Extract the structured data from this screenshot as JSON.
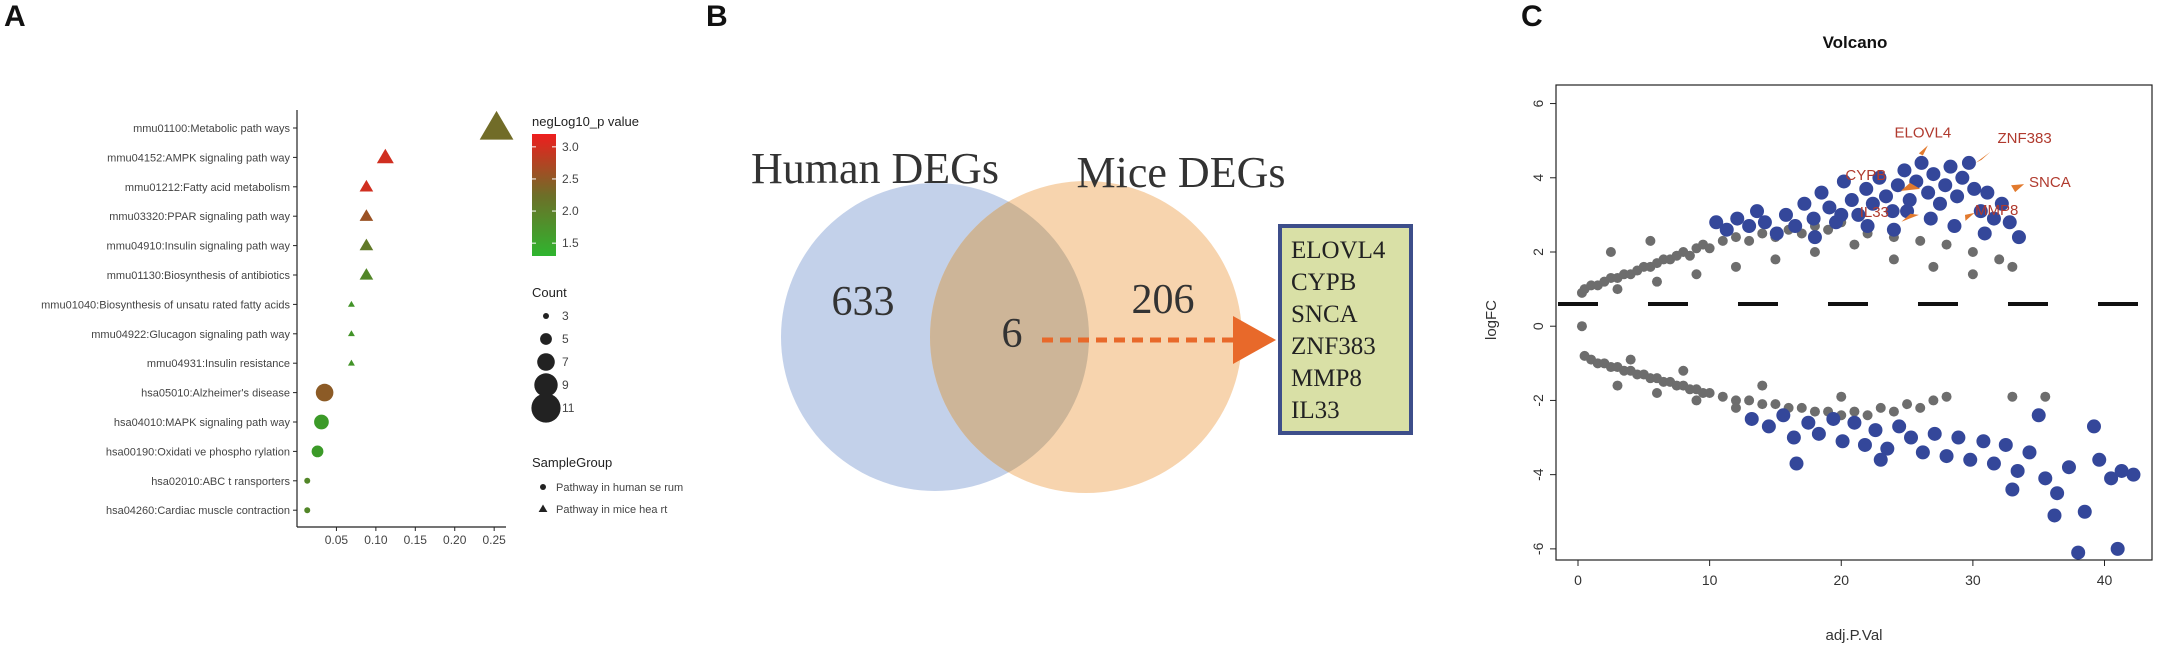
{
  "panels": {
    "a_letter": "A",
    "b_letter": "B",
    "c_letter": "C"
  },
  "colors": {
    "venn_human": "#b8c9e6",
    "venn_mice": "#f6cda0",
    "venn_overlap": "#cdb598",
    "arrow": "#e8692a",
    "gene_box_fill": "#d9e0a6",
    "gene_box_border": "#3d4e8a",
    "volcano_sig": "#34479a",
    "volcano_nonsig": "#6d6d6d",
    "label_red": "#b03a2e",
    "label_arrow": "#e27a2e"
  },
  "chart_data": [
    {
      "type": "scatter",
      "panel": "A",
      "categories": [
        "mmu01100:Metabolic path ways",
        "mmu04152:AMPK signaling path way",
        "mmu01212:Fatty acid metabolism",
        "mmu03320:PPAR signaling path way",
        "mmu04910:Insulin signaling path way",
        "mmu01130:Biosynthesis of antibiotics",
        "mmu01040:Biosynthesis of unsatu rated fatty acids",
        "mmu04922:Glucagon signaling path way",
        "mmu04931:Insulin resistance",
        "hsa05010:Alzheimer's disease",
        "hsa04010:MAPK signaling path way",
        "hsa00190:Oxidati ve phospho rylation",
        "hsa02010:ABC t ransporters",
        "hsa04260:Cardiac muscle contraction"
      ],
      "x": [
        0.253,
        0.112,
        0.088,
        0.088,
        0.088,
        0.088,
        0.069,
        0.069,
        0.069,
        0.035,
        0.031,
        0.026,
        0.013,
        0.013
      ],
      "count": [
        11,
        6,
        5,
        5,
        5,
        5,
        3,
        3,
        3,
        7,
        6,
        5,
        3,
        3
      ],
      "negLog10_pvalue": [
        2.3,
        3.0,
        3.0,
        2.6,
        2.1,
        1.9,
        1.7,
        1.7,
        1.7,
        2.5,
        1.6,
        1.6,
        1.9,
        1.9
      ],
      "group": [
        "mice",
        "mice",
        "mice",
        "mice",
        "mice",
        "mice",
        "mice",
        "mice",
        "mice",
        "human",
        "human",
        "human",
        "human",
        "human"
      ],
      "xticks": [
        "0.05",
        "0.10",
        "0.15",
        "0.20",
        "0.25"
      ],
      "xtick_values": [
        0.05,
        0.1,
        0.15,
        0.2,
        0.25
      ],
      "xlim": [
        0.0,
        0.265
      ],
      "color_legend": {
        "title": "negLog10_p value",
        "ticks": [
          "3.0",
          "2.5",
          "2.0",
          "1.5"
        ],
        "tick_values": [
          3.0,
          2.5,
          2.0,
          1.5
        ],
        "range": [
          1.3,
          3.2
        ]
      },
      "size_legend": {
        "title": "Count",
        "values": [
          3,
          5,
          7,
          9,
          11
        ],
        "labels": [
          "3",
          "5",
          "7",
          "9",
          "11"
        ]
      },
      "shape_legend": {
        "title": "SampleGroup",
        "items": [
          {
            "shape": "circle",
            "label": "Pathway in human se rum"
          },
          {
            "shape": "triangle",
            "label": "Pathway in mice hea rt"
          }
        ]
      },
      "legend_position": "right"
    },
    {
      "type": "venn",
      "panel": "B",
      "sets": [
        {
          "name": "Human DEGs",
          "unique": "633"
        },
        {
          "name": "Mice DEGs",
          "unique": "206"
        }
      ],
      "intersection": "6",
      "genes": [
        "ELOVL4",
        "CYPB",
        "SNCA",
        "ZNF383",
        "MMP8",
        "IL33"
      ]
    },
    {
      "type": "scatter",
      "panel": "C",
      "title": "Volcano",
      "xlabel": "adj.P.Val",
      "ylabel": "logFC",
      "xlim": [
        0,
        43
      ],
      "ylim": [
        -6.3,
        6.5
      ],
      "xticks": [
        "0",
        "10",
        "20",
        "30",
        "40"
      ],
      "xtick_values": [
        0,
        10,
        20,
        30,
        40
      ],
      "yticks": [
        "6",
        "4",
        "2",
        "0",
        "-2",
        "-4",
        "-6"
      ],
      "ytick_values": [
        6,
        4,
        2,
        0,
        -2,
        -4,
        -6
      ],
      "threshold": 0.6,
      "labels": [
        {
          "text": "ELOVL4",
          "x": 26.2,
          "y": 4.6
        },
        {
          "text": "CYPB",
          "x": 26.0,
          "y": 3.7
        },
        {
          "text": "ZNF383",
          "x": 30.2,
          "y": 4.4
        },
        {
          "text": "SNCA",
          "x": 32.9,
          "y": 3.8
        },
        {
          "text": "MMP8",
          "x": 29.4,
          "y": 3.0
        },
        {
          "text": "IL33",
          "x": 25.9,
          "y": 3.0
        }
      ],
      "series": [
        {
          "name": "significant-up",
          "points": [
            [
              10.5,
              2.8
            ],
            [
              11.3,
              2.6
            ],
            [
              12.1,
              2.9
            ],
            [
              13.0,
              2.7
            ],
            [
              13.6,
              3.1
            ],
            [
              14.2,
              2.8
            ],
            [
              15.1,
              2.5
            ],
            [
              15.8,
              3.0
            ],
            [
              16.5,
              2.7
            ],
            [
              17.2,
              3.3
            ],
            [
              17.9,
              2.9
            ],
            [
              18.5,
              3.6
            ],
            [
              19.1,
              3.2
            ],
            [
              19.6,
              2.8
            ],
            [
              20.2,
              3.9
            ],
            [
              20.8,
              3.4
            ],
            [
              21.3,
              3.0
            ],
            [
              21.9,
              3.7
            ],
            [
              22.4,
              3.3
            ],
            [
              22.9,
              4.0
            ],
            [
              23.4,
              3.5
            ],
            [
              23.9,
              3.1
            ],
            [
              24.3,
              3.8
            ],
            [
              24.8,
              4.2
            ],
            [
              25.2,
              3.4
            ],
            [
              25.7,
              3.9
            ],
            [
              26.1,
              4.4
            ],
            [
              26.6,
              3.6
            ],
            [
              27.0,
              4.1
            ],
            [
              27.5,
              3.3
            ],
            [
              27.9,
              3.8
            ],
            [
              28.3,
              4.3
            ],
            [
              28.8,
              3.5
            ],
            [
              29.2,
              4.0
            ],
            [
              29.7,
              4.4
            ],
            [
              30.1,
              3.7
            ],
            [
              30.6,
              3.1
            ],
            [
              31.1,
              3.6
            ],
            [
              31.6,
              2.9
            ],
            [
              32.2,
              3.3
            ],
            [
              32.8,
              2.8
            ],
            [
              33.5,
              2.4
            ],
            [
              24.0,
              2.6
            ],
            [
              22.0,
              2.7
            ],
            [
              18.0,
              2.4
            ],
            [
              26.8,
              2.9
            ],
            [
              28.6,
              2.7
            ],
            [
              30.9,
              2.5
            ],
            [
              20.0,
              3.0
            ],
            [
              25.0,
              3.1
            ]
          ]
        },
        {
          "name": "significant-down",
          "points": [
            [
              13.2,
              -2.5
            ],
            [
              14.5,
              -2.7
            ],
            [
              15.6,
              -2.4
            ],
            [
              16.4,
              -3.0
            ],
            [
              17.5,
              -2.6
            ],
            [
              18.3,
              -2.9
            ],
            [
              19.4,
              -2.5
            ],
            [
              20.1,
              -3.1
            ],
            [
              21.0,
              -2.6
            ],
            [
              21.8,
              -3.2
            ],
            [
              22.6,
              -2.8
            ],
            [
              23.5,
              -3.3
            ],
            [
              24.4,
              -2.7
            ],
            [
              25.3,
              -3.0
            ],
            [
              26.2,
              -3.4
            ],
            [
              27.1,
              -2.9
            ],
            [
              28.0,
              -3.5
            ],
            [
              28.9,
              -3.0
            ],
            [
              29.8,
              -3.6
            ],
            [
              30.8,
              -3.1
            ],
            [
              31.6,
              -3.7
            ],
            [
              32.5,
              -3.2
            ],
            [
              33.4,
              -3.9
            ],
            [
              34.3,
              -3.4
            ],
            [
              35.5,
              -4.1
            ],
            [
              36.4,
              -4.5
            ],
            [
              37.3,
              -3.8
            ],
            [
              38.5,
              -5.0
            ],
            [
              39.6,
              -3.6
            ],
            [
              40.5,
              -4.1
            ],
            [
              41.3,
              -3.9
            ],
            [
              42.2,
              -4.0
            ],
            [
              41.0,
              -6.0
            ],
            [
              38.0,
              -6.1
            ],
            [
              36.2,
              -5.1
            ],
            [
              16.6,
              -3.7
            ],
            [
              23.0,
              -3.6
            ],
            [
              35.0,
              -2.4
            ],
            [
              39.2,
              -2.7
            ],
            [
              33.0,
              -4.4
            ]
          ]
        },
        {
          "name": "nonsignificant",
          "points": [
            [
              0.3,
              0.9
            ],
            [
              0.5,
              1.0
            ],
            [
              1.0,
              1.1
            ],
            [
              1.5,
              1.1
            ],
            [
              2.0,
              1.2
            ],
            [
              2.5,
              1.3
            ],
            [
              3.0,
              1.3
            ],
            [
              3.5,
              1.4
            ],
            [
              4.0,
              1.4
            ],
            [
              4.5,
              1.5
            ],
            [
              5.0,
              1.6
            ],
            [
              5.5,
              1.6
            ],
            [
              6.0,
              1.7
            ],
            [
              6.5,
              1.8
            ],
            [
              7.0,
              1.8
            ],
            [
              7.5,
              1.9
            ],
            [
              8.0,
              2.0
            ],
            [
              8.5,
              1.9
            ],
            [
              9.0,
              2.1
            ],
            [
              9.5,
              2.2
            ],
            [
              10.0,
              2.1
            ],
            [
              11.0,
              2.3
            ],
            [
              12.0,
              2.4
            ],
            [
              13.0,
              2.3
            ],
            [
              14.0,
              2.5
            ],
            [
              15.0,
              2.4
            ],
            [
              16.0,
              2.6
            ],
            [
              17.0,
              2.5
            ],
            [
              18.0,
              2.7
            ],
            [
              19.0,
              2.6
            ],
            [
              20.0,
              2.8
            ],
            [
              22.0,
              2.5
            ],
            [
              24.0,
              2.4
            ],
            [
              26.0,
              2.3
            ],
            [
              28.0,
              2.2
            ],
            [
              30.0,
              2.0
            ],
            [
              32.0,
              1.8
            ],
            [
              33.0,
              1.6
            ],
            [
              3.0,
              1.0
            ],
            [
              6.0,
              1.2
            ],
            [
              9.0,
              1.4
            ],
            [
              12.0,
              1.6
            ],
            [
              15.0,
              1.8
            ],
            [
              18.0,
              2.0
            ],
            [
              21.0,
              2.2
            ],
            [
              24.0,
              1.8
            ],
            [
              27.0,
              1.6
            ],
            [
              30.0,
              1.4
            ],
            [
              2.5,
              2.0
            ],
            [
              5.5,
              2.3
            ],
            [
              0.5,
              -0.8
            ],
            [
              1.0,
              -0.9
            ],
            [
              1.5,
              -1.0
            ],
            [
              2.0,
              -1.0
            ],
            [
              2.5,
              -1.1
            ],
            [
              3.0,
              -1.1
            ],
            [
              3.5,
              -1.2
            ],
            [
              4.0,
              -1.2
            ],
            [
              4.5,
              -1.3
            ],
            [
              5.0,
              -1.3
            ],
            [
              5.5,
              -1.4
            ],
            [
              6.0,
              -1.4
            ],
            [
              6.5,
              -1.5
            ],
            [
              7.0,
              -1.5
            ],
            [
              7.5,
              -1.6
            ],
            [
              8.0,
              -1.6
            ],
            [
              8.5,
              -1.7
            ],
            [
              9.0,
              -1.7
            ],
            [
              9.5,
              -1.8
            ],
            [
              10.0,
              -1.8
            ],
            [
              11.0,
              -1.9
            ],
            [
              12.0,
              -2.0
            ],
            [
              13.0,
              -2.0
            ],
            [
              14.0,
              -2.1
            ],
            [
              15.0,
              -2.1
            ],
            [
              16.0,
              -2.2
            ],
            [
              17.0,
              -2.2
            ],
            [
              18.0,
              -2.3
            ],
            [
              19.0,
              -2.3
            ],
            [
              20.0,
              -2.4
            ],
            [
              21.0,
              -2.3
            ],
            [
              22.0,
              -2.4
            ],
            [
              23.0,
              -2.2
            ],
            [
              24.0,
              -2.3
            ],
            [
              25.0,
              -2.1
            ],
            [
              26.0,
              -2.2
            ],
            [
              27.0,
              -2.0
            ],
            [
              28.0,
              -1.9
            ],
            [
              3.0,
              -1.6
            ],
            [
              6.0,
              -1.8
            ],
            [
              9.0,
              -2.0
            ],
            [
              12.0,
              -2.2
            ],
            [
              4.0,
              -0.9
            ],
            [
              8.0,
              -1.2
            ],
            [
              14.0,
              -1.6
            ],
            [
              20.0,
              -1.9
            ],
            [
              0.3,
              0.0
            ],
            [
              17.5,
              -2.6
            ],
            [
              33.0,
              -1.9
            ],
            [
              35.5,
              -1.9
            ]
          ]
        }
      ]
    }
  ]
}
